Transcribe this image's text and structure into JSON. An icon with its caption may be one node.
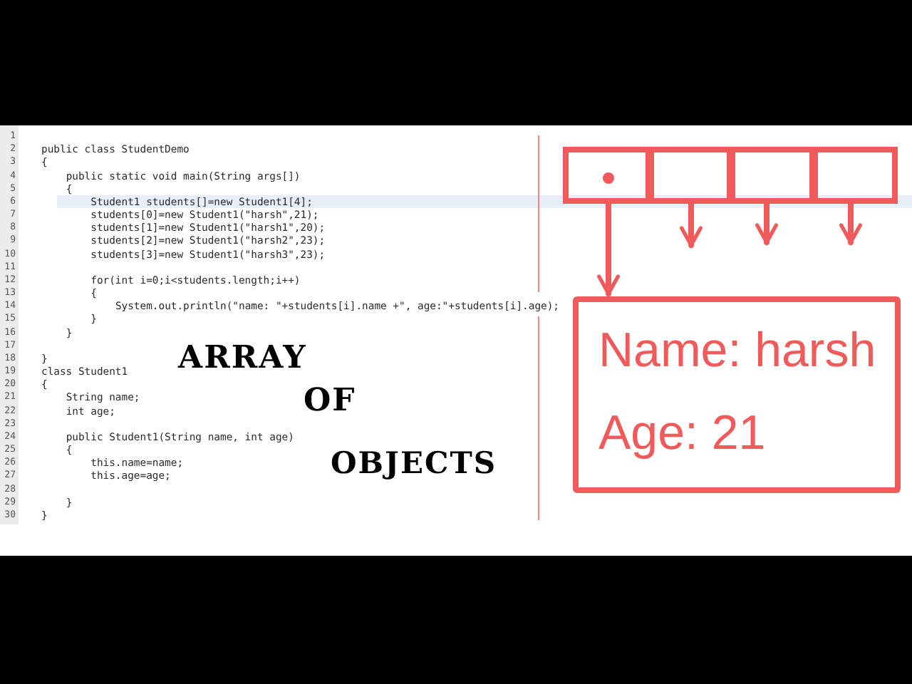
{
  "diagram": {
    "nodes": [
      {
        "text": [],
        "shape": "box"
      },
      {
        "text": [],
        "shape": "box"
      },
      {
        "text": [],
        "shape": "box"
      },
      {
        "text": [],
        "shape": "box"
      },
      {
        "text": [
          "Name: harsh",
          "Age: 21"
        ]
      }
    ],
    "edges": [
      {
        "from": 0,
        "to": 4,
        "arrow": "to"
      },
      {
        "from": 1,
        "to": null,
        "arrow": "to"
      },
      {
        "from": 2,
        "to": null,
        "arrow": "to"
      },
      {
        "from": 3,
        "to": null,
        "arrow": "to"
      }
    ],
    "labels": [
      "1",
      "2",
      "public class StudentDemo",
      "3",
      "{",
      "4",
      "public static void main(String args[])",
      "5",
      "{",
      "6",
      "Student1 students[]=new Student1[4];",
      "7",
      "students[0]=new Student1(\"harsh\",21);",
      "8",
      "students[1]=new Student1(\"harsh1\",20);",
      "9",
      "students[2]=new Student1(\"harsh2\",23);",
      "10",
      "students[3]=new Student1(\"harsh3\",23);",
      "11",
      "12",
      "for(int i=0;i<students.length;i++)",
      "13",
      "{",
      "14",
      "System.out.println(\"name: \"+students[i].name +\", age:\"+students[i].age);",
      "15",
      "}",
      "16",
      "}",
      "17",
      "18",
      "}",
      "19",
      "class Student1",
      "20",
      "{",
      "21",
      "String name;",
      "22",
      "int age;",
      "23",
      "24",
      "public Student1(String name, int age)",
      "25",
      "{",
      "26",
      "this.name=name;",
      "27",
      "this.age=age;",
      "28",
      "29",
      "}",
      "30",
      "}",
      "ARRAY",
      "OF",
      "OBJECTS"
    ]
  }
}
